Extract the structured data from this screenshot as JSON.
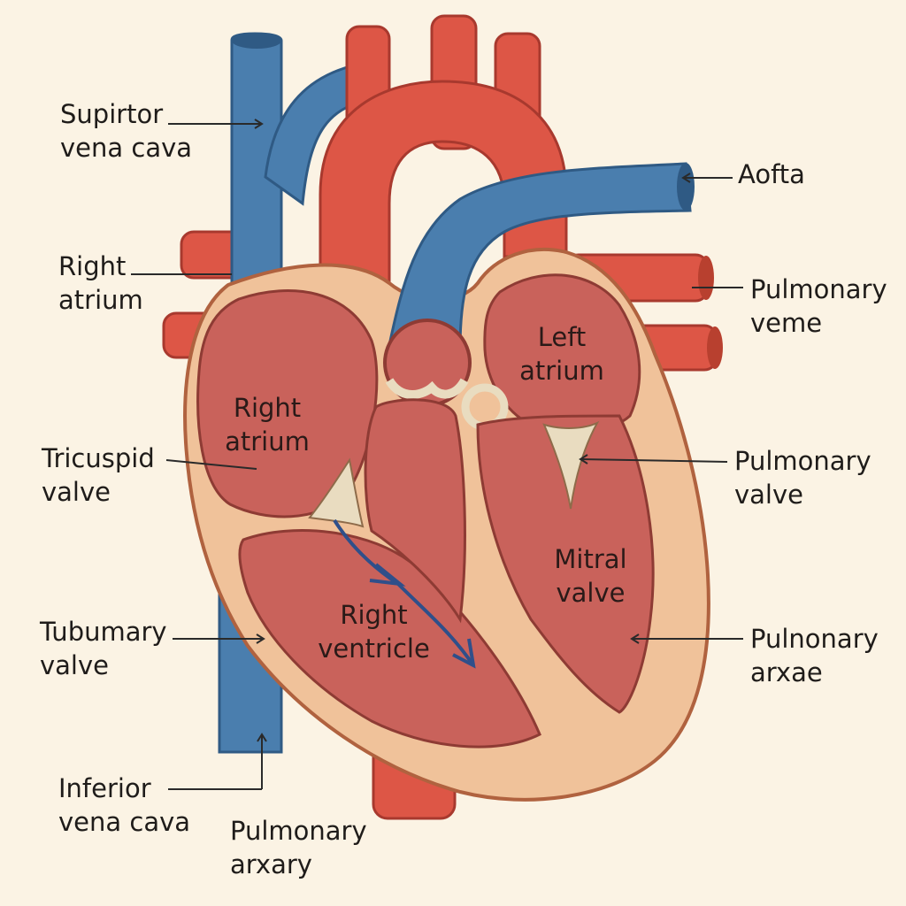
{
  "colors": {
    "background": "#fbf3e4",
    "vessel_blue": "#4a7eae",
    "vessel_red": "#dd5646",
    "muscle": "#f0c29a",
    "chamber": "#c9625b",
    "valve": "#e9dcc0",
    "flow_arrow": "#2f4f8a",
    "leader_line": "#2a2a2a"
  },
  "labels": {
    "superior_vena_cava": [
      "Supirtor",
      "vena cava"
    ],
    "right_atrium_outer": [
      "Right",
      "atrium"
    ],
    "tricuspid_valve": [
      "Tricuspid",
      "valve"
    ],
    "tubumary_valve": [
      "Tubumary",
      "valve"
    ],
    "inferior_vena_cava": [
      "Inferior",
      "vena cava"
    ],
    "pulmonary_arxary": [
      "Pulmonary",
      "arxary"
    ],
    "aorta": [
      "Aofta"
    ],
    "pulmonary_veme": [
      "Pulmonary",
      "veme"
    ],
    "pulmonary_valve": [
      "Pulmonary",
      "valve"
    ],
    "pulnonary_arxae": [
      "Pulnonary",
      "arxae"
    ]
  },
  "chambers": {
    "right_atrium": [
      "Right",
      "atrium"
    ],
    "left_atrium": [
      "Left",
      "atrium"
    ],
    "right_ventricle": [
      "Right",
      "ventricle"
    ],
    "mitral_valve": [
      "Mitral",
      "valve"
    ]
  }
}
